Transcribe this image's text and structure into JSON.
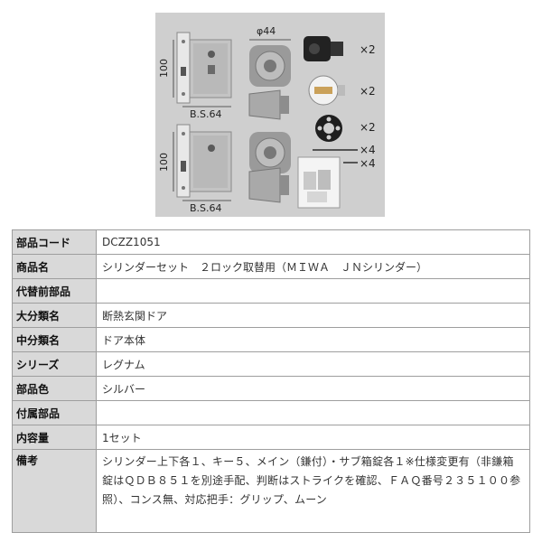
{
  "image": {
    "dimension_width": "φ44",
    "dimension_height_1": "100",
    "dimension_bs_1": "B.S.64",
    "dimension_height_2": "100",
    "dimension_bs_2": "B.S.64",
    "qty_cylinder_cover": "×2",
    "qty_thumb_turn": "×2",
    "qty_ring": "×2",
    "qty_long_screw": "×4",
    "qty_short_screw": "×4"
  },
  "spec": {
    "rows": [
      {
        "label": "部品コード",
        "value": "DCZZ1051"
      },
      {
        "label": "商品名",
        "value": "シリンダーセット　２ロック取替用（ＭＩＷＡ　ＪＮシリンダー）"
      },
      {
        "label": "代替前部品",
        "value": ""
      },
      {
        "label": "大分類名",
        "value": "断熱玄関ドア"
      },
      {
        "label": "中分類名",
        "value": "ドア本体"
      },
      {
        "label": "シリーズ",
        "value": "レグナム"
      },
      {
        "label": "部品色",
        "value": "シルバー"
      },
      {
        "label": "付属部品",
        "value": ""
      },
      {
        "label": "内容量",
        "value": "1セット"
      },
      {
        "label": "備考",
        "value": "シリンダー上下各１、キー５、メイン（鎌付）・サブ箱錠各１※仕様変更有（非鎌箱錠はＱＤＢ８５１を別途手配、判断はストライクを確認、ＦＡＱ番号２３５１００参照）、コンス無、対応把手：グリップ、ムーン"
      }
    ]
  }
}
